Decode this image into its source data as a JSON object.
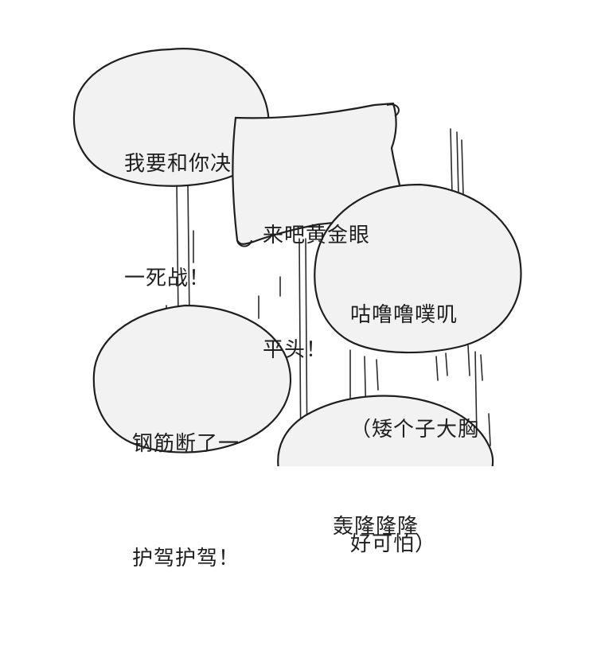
{
  "bubbles": {
    "b1": {
      "lines": [
        "我要和你决",
        "一死战！"
      ]
    },
    "b2": {
      "lines": [
        "来吧黄金眼",
        "平头！"
      ]
    },
    "b3": {
      "lines": [
        "咕噜噜噗叽",
        "（矮个子大胸",
        "好可怕）"
      ]
    },
    "b4": {
      "lines": [
        "钢筋断了一",
        "护驾护驾！"
      ]
    },
    "b5": {
      "lines": [
        "轰隆隆隆"
      ]
    }
  },
  "colors": {
    "bubble_fill": "#f2f2f2",
    "ink": "#1f1f1f",
    "background": "#ffffff"
  }
}
